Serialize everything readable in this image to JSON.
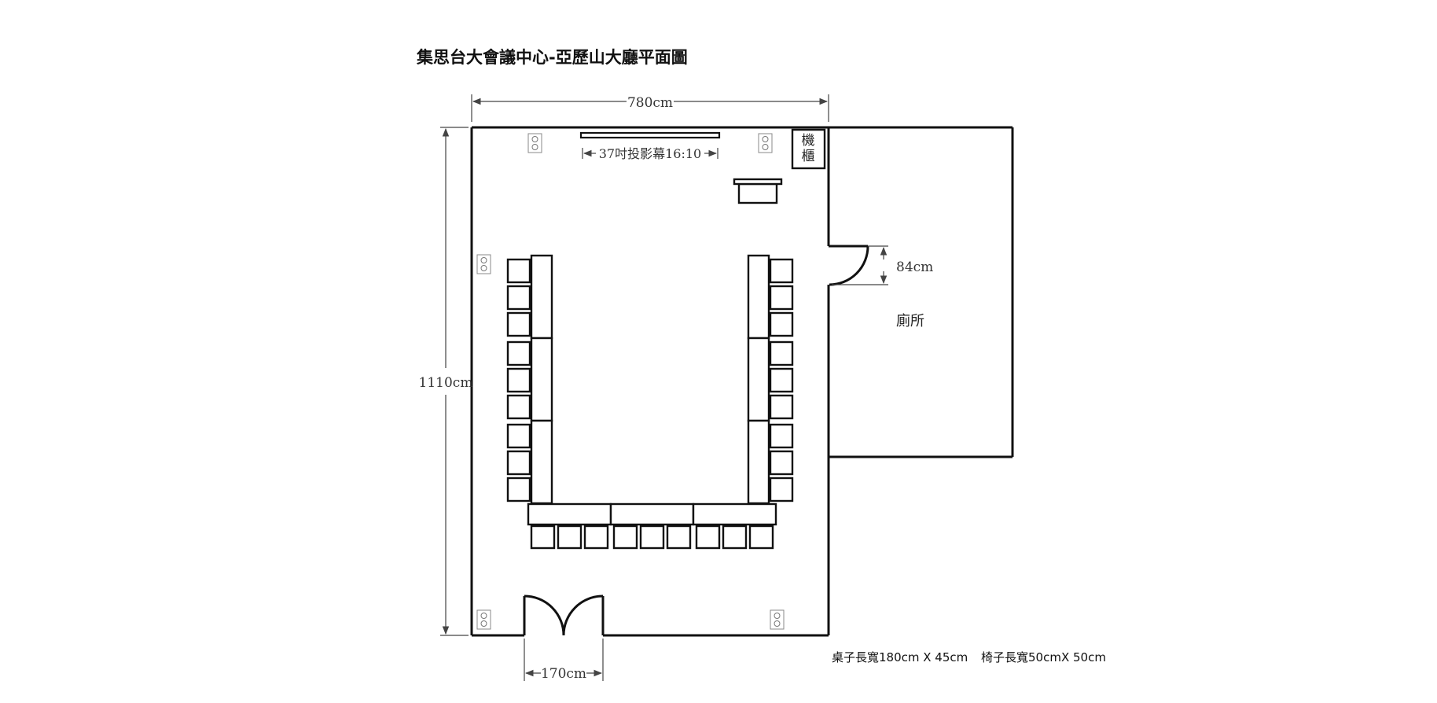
{
  "title": "集思台大會議中心-亞歷山大廳平面圖",
  "dimensions": {
    "width": "780cm",
    "height": "1110cm",
    "door": "170cm",
    "restroom_door": "84cm"
  },
  "labels": {
    "screen": "37吋投影幕16:10",
    "cabinet_line1": "機",
    "cabinet_line2": "櫃",
    "restroom": "廁所"
  },
  "notes": {
    "table_size": "桌子長寬180cm X 45cm",
    "chair_size": "椅子長寬50cmX 50cm"
  },
  "icons": {
    "outlet": "power-outlet-icon",
    "door": "door-swing-icon"
  },
  "colors": {
    "line": "#111111",
    "dimension_line": "#444444"
  }
}
